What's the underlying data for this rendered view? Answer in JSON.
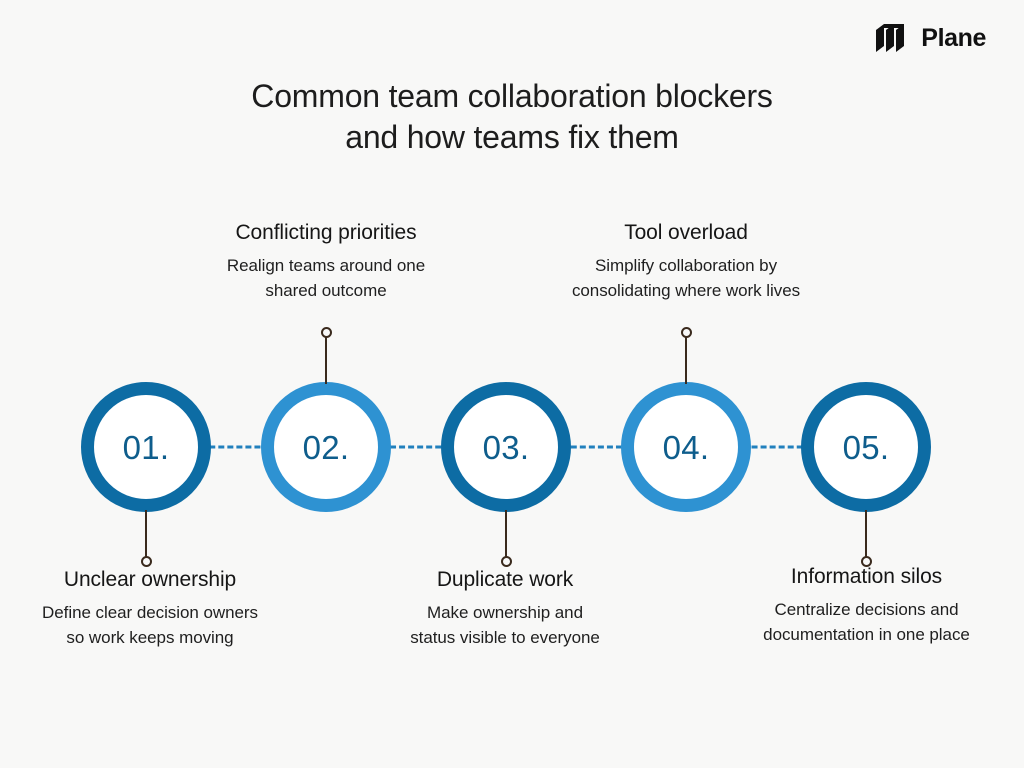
{
  "brand": {
    "name": "Plane",
    "mark_icon": "plane-logo-icon"
  },
  "title": {
    "text": "Common team collaboration blockers\nand how teams fix them"
  },
  "colors": {
    "background": "#f8f8f7",
    "ring_dark": "#0d6ca4",
    "ring_light": "#2e92d2",
    "number_text": "#0e5d8c",
    "connector_dash": "#2180bd",
    "pin_stem": "#3a2a1d",
    "heading_text": "#161616"
  },
  "timeline": {
    "orientation": "horizontal",
    "node_count": 5,
    "connector_style": "dashed",
    "nodes": [
      {
        "number": "01.",
        "ring_tone": "dark",
        "label_position": "below",
        "heading": "Unclear ownership",
        "body": "Define clear decision owners\nso work keeps moving"
      },
      {
        "number": "02.",
        "ring_tone": "light",
        "label_position": "above",
        "heading": "Conflicting priorities",
        "body": "Realign teams around one\nshared outcome"
      },
      {
        "number": "03.",
        "ring_tone": "dark",
        "label_position": "below",
        "heading": "Duplicate work",
        "body": "Make ownership and\nstatus visible to everyone"
      },
      {
        "number": "04.",
        "ring_tone": "light",
        "label_position": "above",
        "heading": "Tool overload",
        "body": "Simplify collaboration by\nconsolidating where work lives"
      },
      {
        "number": "05.",
        "ring_tone": "dark",
        "label_position": "below",
        "heading": "Information silos",
        "body": "Centralize decisions and\ndocumentation in one place"
      }
    ]
  }
}
